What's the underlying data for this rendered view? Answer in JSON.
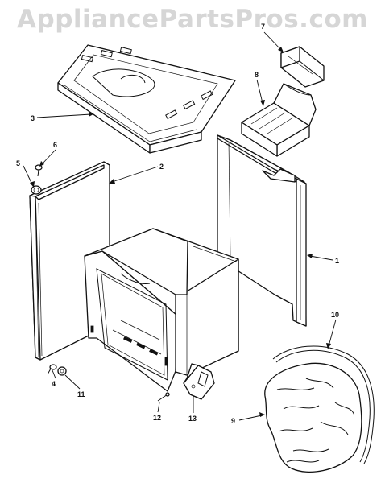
{
  "watermark": "AppliancePartsPros.com",
  "callouts": [
    "1",
    "2",
    "3",
    "4",
    "5",
    "6",
    "7",
    "8",
    "9",
    "10",
    "11",
    "12",
    "13"
  ],
  "colors": {
    "ink": "#111111",
    "watermark": "#d6d6d6",
    "paper": "#ffffff"
  }
}
